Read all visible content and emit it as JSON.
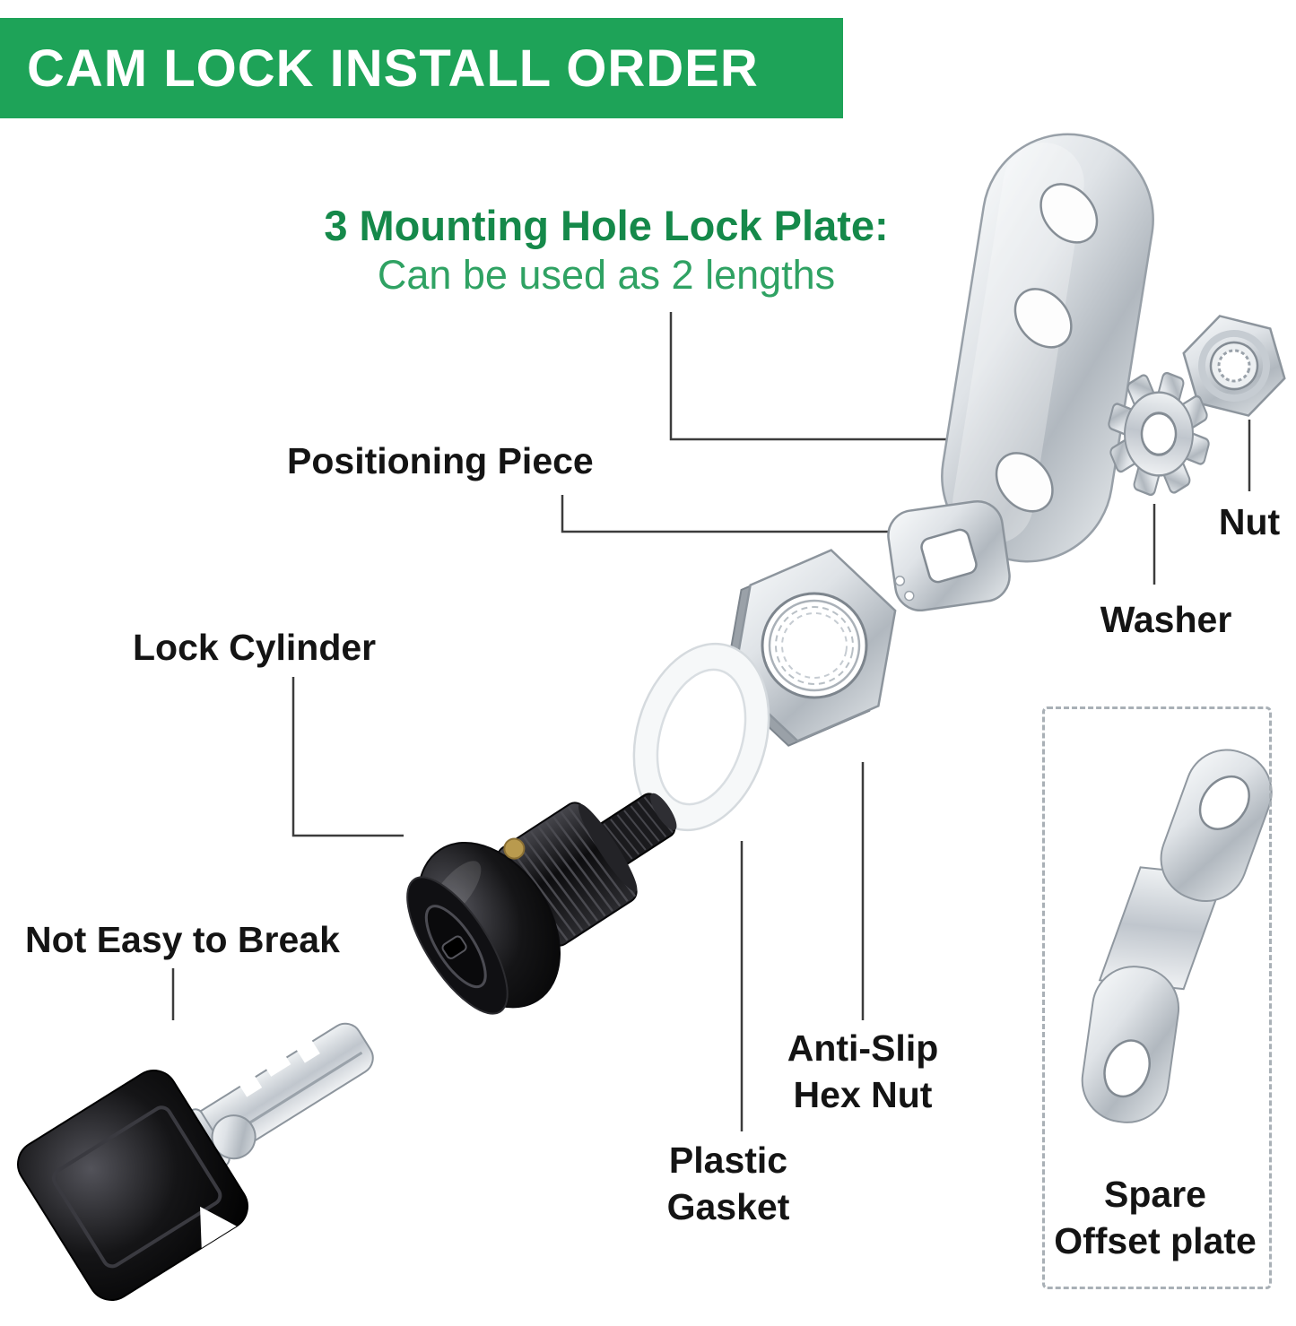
{
  "banner": {
    "title": "CAM LOCK INSTALL ORDER"
  },
  "headline": {
    "title": "3 Mounting Hole Lock Plate:",
    "subtitle": "Can be used as 2 lengths"
  },
  "labels": {
    "positioning_piece": "Positioning Piece",
    "nut": "Nut",
    "washer": "Washer",
    "lock_cylinder": "Lock Cylinder",
    "not_easy_to_break": "Not Easy to Break",
    "anti_slip_hex_nut": [
      "Anti-Slip",
      "Hex Nut"
    ],
    "plastic_gasket": [
      "Plastic",
      "Gasket"
    ],
    "spare_offset_plate": [
      "Spare",
      "Offset plate"
    ]
  },
  "colors": {
    "banner_bg": "#1ea358",
    "headline_title": "#15894a",
    "headline_subtitle": "#2fa263",
    "label_text": "#141414",
    "metal": "#c3c9cf",
    "black_part": "#121214",
    "brass_pin": "#b99a4e"
  }
}
